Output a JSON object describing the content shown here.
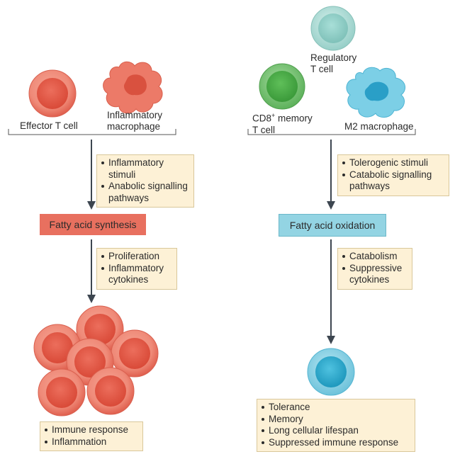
{
  "left": {
    "cell_labels": {
      "effector": "Effector T cell",
      "inflammatory_macrophage": [
        "Inflammatory",
        "macrophage"
      ]
    },
    "stimuli_box": [
      "Inflammatory stimuli",
      "Anabolic signalling",
      "pathways"
    ],
    "process_label": "Fatty acid synthesis",
    "outcome_box": [
      "Proliferation",
      "Inflammatory",
      "cytokines"
    ],
    "result_box": [
      "Immune response",
      "Inflammation"
    ]
  },
  "right": {
    "cell_labels": {
      "regulatory": [
        "Regulatory",
        "T cell"
      ],
      "cd8": [
        "CD8",
        "+",
        " memory",
        "T cell"
      ],
      "m2": "M2 macrophage"
    },
    "stimuli_box": [
      "Tolerogenic stimuli",
      "Catabolic signalling",
      "pathways"
    ],
    "process_label": "Fatty acid oxidation",
    "outcome_box": [
      "Catabolism",
      "Suppressive",
      "cytokines"
    ],
    "result_box": [
      "Tolerance",
      "Memory",
      "Long cellular lifespan",
      "Suppressed immune response"
    ]
  },
  "colors": {
    "red_cell": "#e8705f",
    "green_cell": "#6cc06a",
    "teal_cell": "#9ad5cf",
    "blue_cell": "#62c0dc",
    "box_fill": "#fdf1d6",
    "arrow": "#3d4650"
  }
}
